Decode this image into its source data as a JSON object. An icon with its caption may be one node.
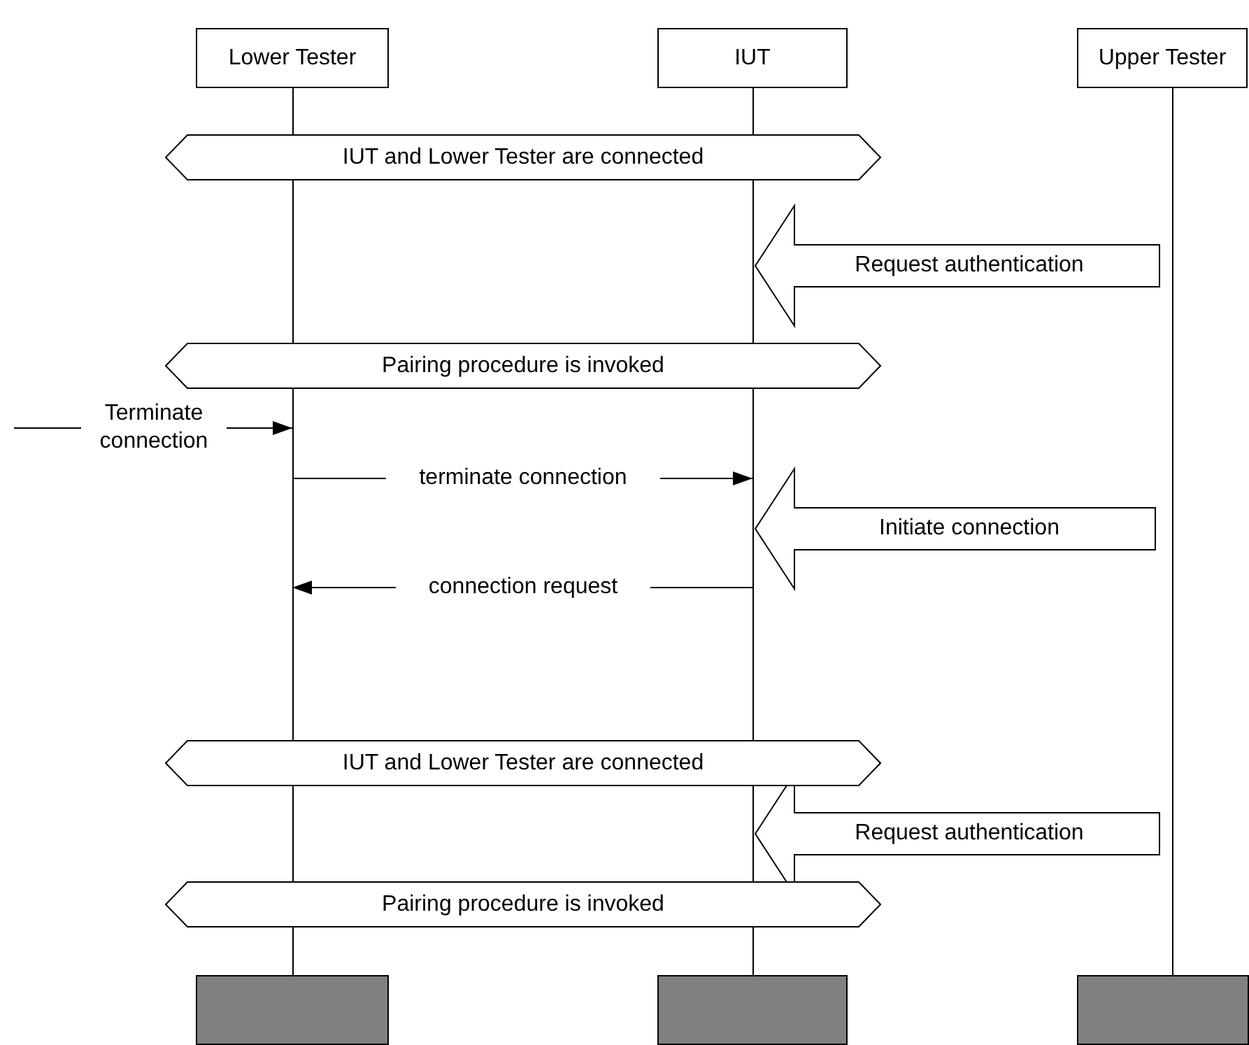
{
  "diagram": {
    "nodes": [
      {
        "text": [
          "Lower Tester"
        ]
      },
      {
        "text": [
          "IUT"
        ]
      },
      {
        "text": [
          "Upper Tester"
        ]
      },
      {
        "text": [],
        "shape": "line"
      },
      {
        "text": [],
        "shape": "line"
      },
      {
        "text": [],
        "shape": "line"
      },
      {
        "text": [
          "IUT and Lower Tester are connected"
        ]
      },
      {
        "text": [
          "Pairing procedure is invoked"
        ]
      },
      {
        "text": [
          "IUT and Lower Tester are connected"
        ]
      },
      {
        "text": [
          "Pairing procedure is invoked"
        ]
      },
      {
        "text": [],
        "shape": "box"
      },
      {
        "text": [],
        "shape": "box"
      },
      {
        "text": [],
        "shape": "box"
      }
    ],
    "edges": [
      {
        "from": 5,
        "to": 4,
        "arrow": "to",
        "label": "Request authentication",
        "style": "thick"
      },
      {
        "from": null,
        "to": 3,
        "arrow": "to",
        "label": "Terminate connection"
      },
      {
        "from": 3,
        "to": 4,
        "arrow": "to",
        "label": "terminate connection"
      },
      {
        "from": 5,
        "to": 4,
        "arrow": "to",
        "label": "Initiate connection",
        "style": "thick"
      },
      {
        "from": 4,
        "to": 3,
        "arrow": "to",
        "label": "connection request"
      },
      {
        "from": 5,
        "to": 4,
        "arrow": "to",
        "label": "Request authentication",
        "style": "thick"
      }
    ]
  }
}
